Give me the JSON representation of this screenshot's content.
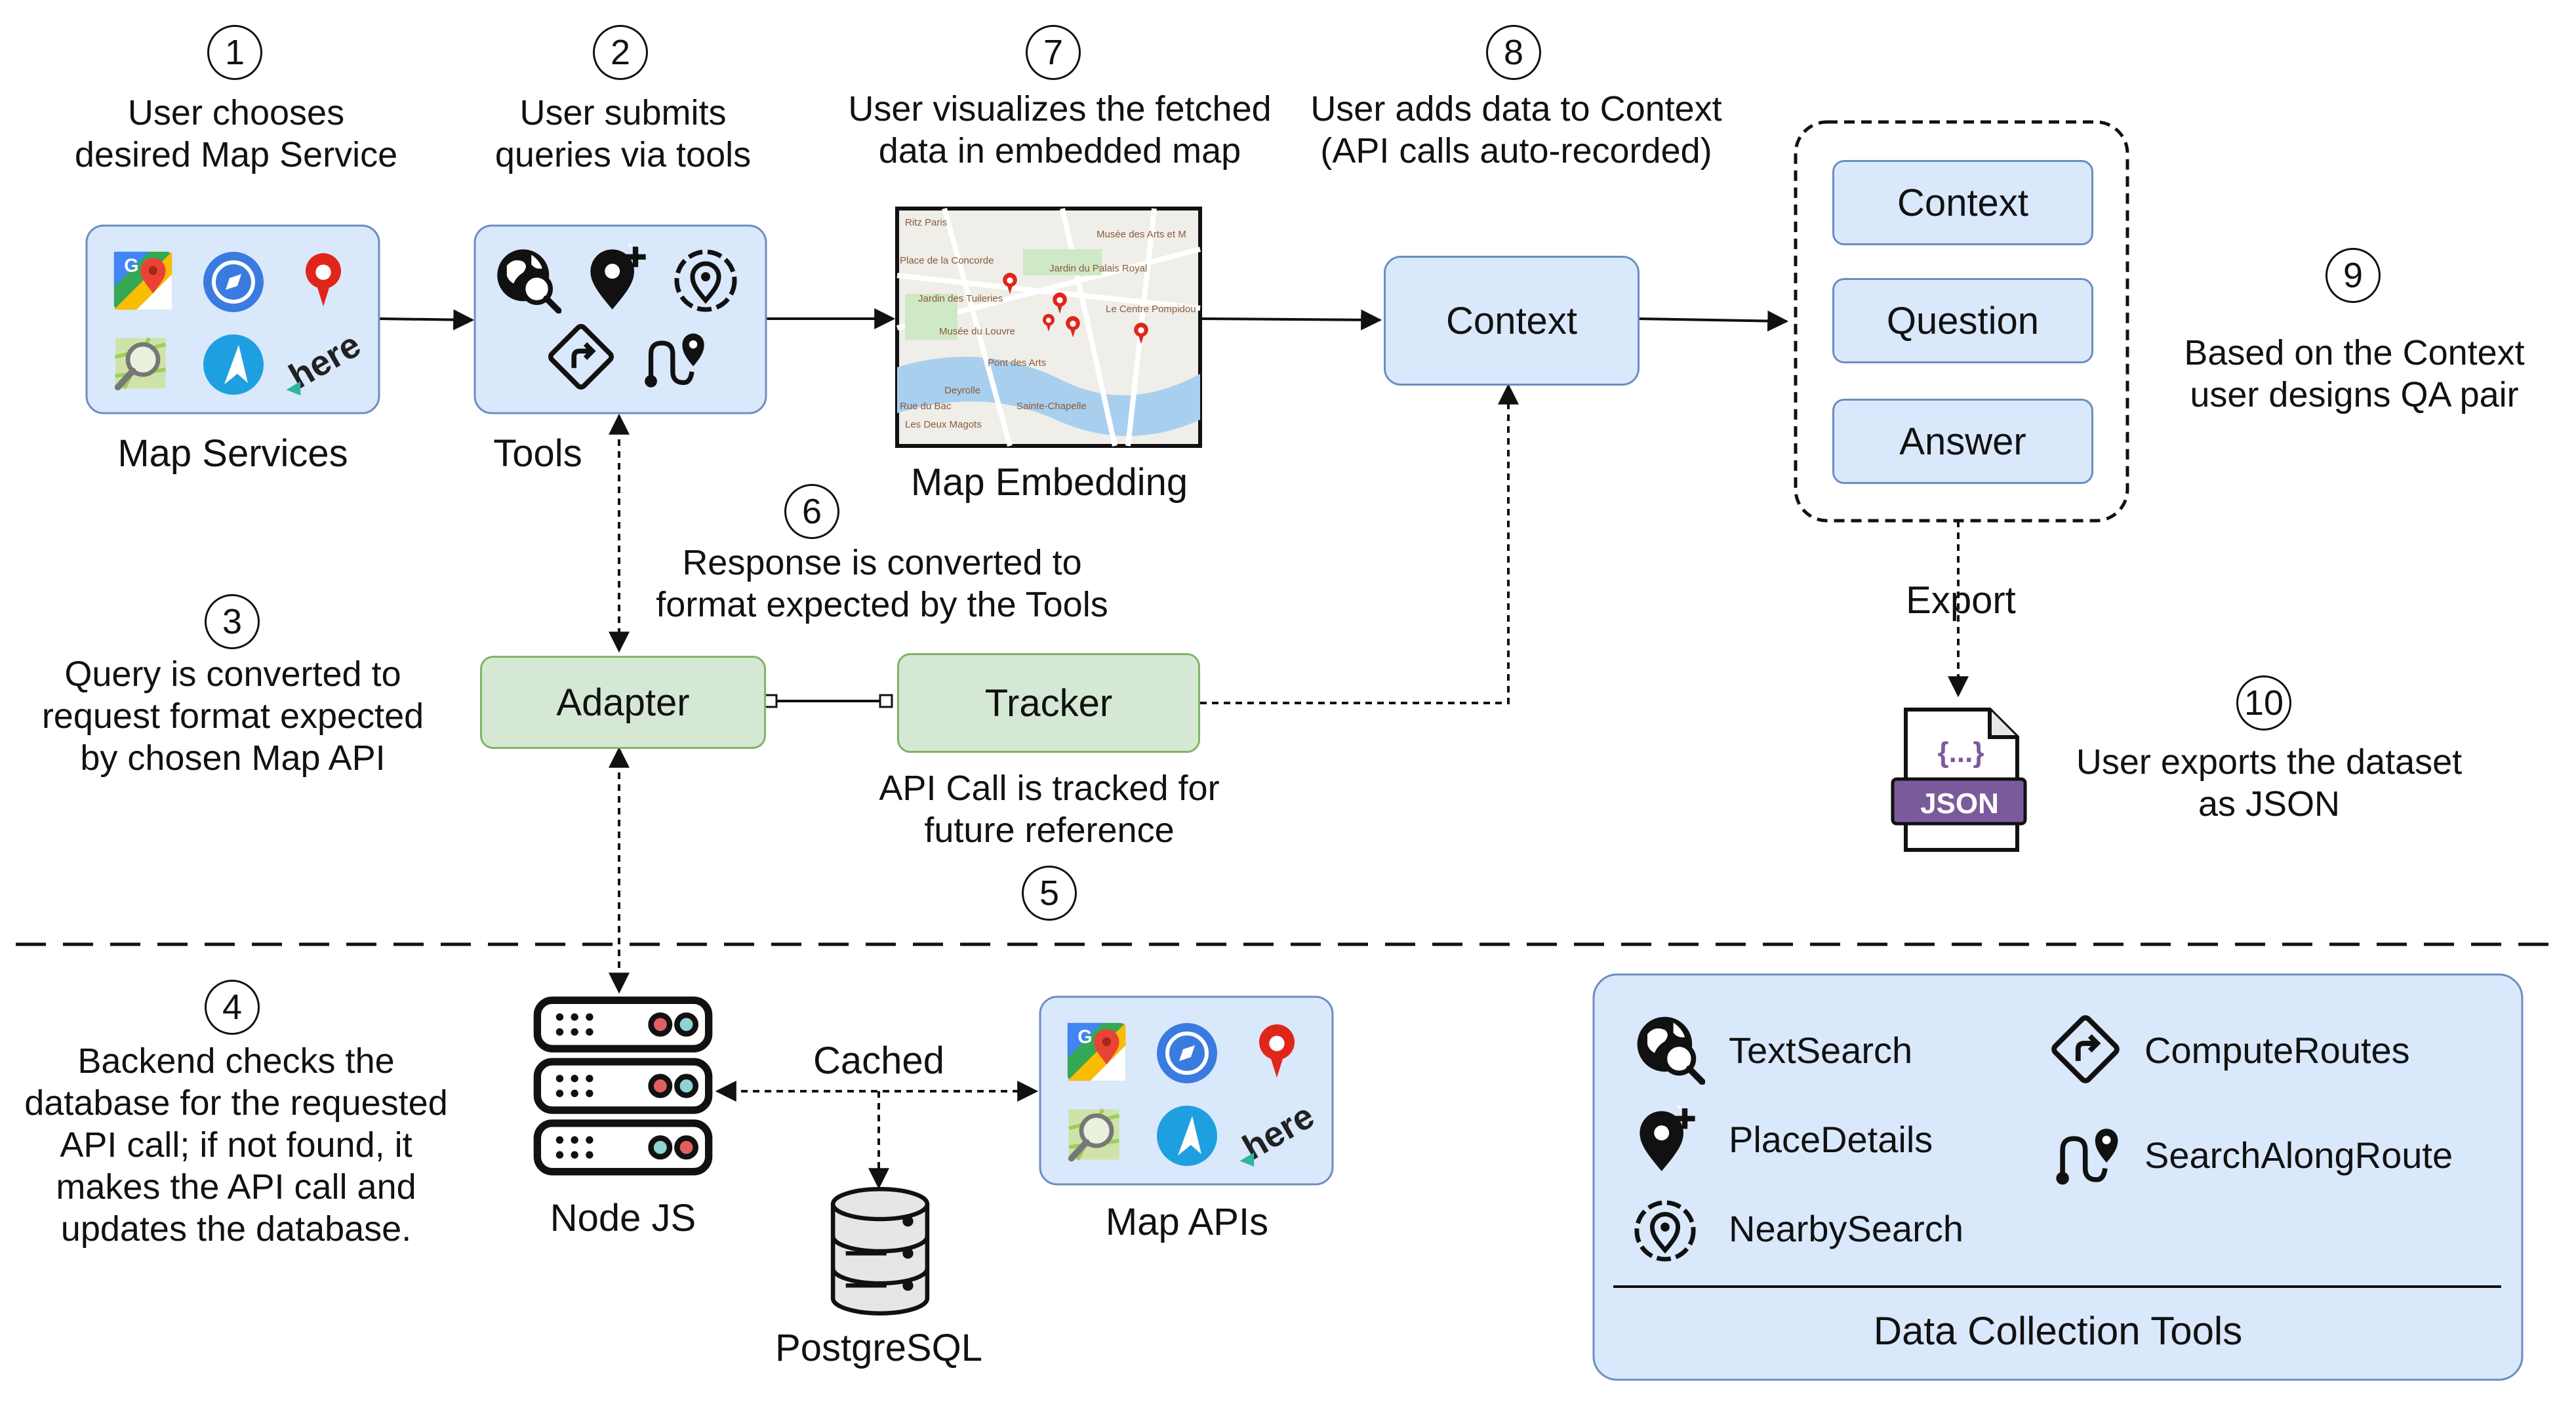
{
  "steps": {
    "s1": {
      "num": "1",
      "line1": "User chooses",
      "line2": "desired Map Service"
    },
    "s2": {
      "num": "2",
      "line1": "User submits",
      "line2": "queries via tools"
    },
    "s3": {
      "num": "3",
      "line1": "Query is converted to",
      "line2": "request format expected",
      "line3": "by chosen Map API"
    },
    "s4": {
      "num": "4",
      "line1": "Backend checks the",
      "line2": "database for the requested",
      "line3": "API call; if not found, it",
      "line4": "makes the API call and",
      "line5": "updates the database."
    },
    "s5": {
      "num": "5",
      "line1": "API Call is tracked for",
      "line2": "future reference"
    },
    "s6": {
      "num": "6",
      "line1": "Response is converted to",
      "line2": "format expected by the Tools"
    },
    "s7": {
      "num": "7",
      "line1": "User visualizes the fetched",
      "line2": "data in embedded map"
    },
    "s8": {
      "num": "8",
      "line1": "User adds data to Context",
      "line2": "(API calls auto-recorded)"
    },
    "s9": {
      "num": "9",
      "line1": "Based on the Context",
      "line2": "user designs QA pair"
    },
    "s10": {
      "num": "10",
      "line1": "User exports the dataset",
      "line2": "as JSON"
    }
  },
  "labels": {
    "map_services": "Map Services",
    "tools": "Tools",
    "map_embedding": "Map Embedding",
    "context": "Context",
    "adapter": "Adapter",
    "tracker": "Tracker",
    "export": "Export",
    "node_js": "Node JS",
    "cached": "Cached",
    "postgresql": "PostgreSQL",
    "map_apis": "Map APIs",
    "json": "JSON",
    "json_braces": "{...}"
  },
  "qa": {
    "context": "Context",
    "question": "Question",
    "answer": "Answer"
  },
  "map_labels": {
    "l1": "Ritz Paris",
    "l2": "Musée des Arts et M",
    "l3": "Place de la Concorde",
    "l4": "Jardin du Palais Royal",
    "l5": "Jardin des Tuileries",
    "l6": "Le Centre Pompidou",
    "l7": "Musée du Louvre",
    "l8": "Pont des Arts",
    "l9": "Deyrolle",
    "l10": "Sainte-Chapelle",
    "l11": "Les Deux Magots",
    "l12": "Rue du Bac"
  },
  "legend": {
    "title": "Data Collection Tools",
    "text_search": "TextSearch",
    "place_details": "PlaceDetails",
    "nearby_search": "NearbySearch",
    "compute_routes": "ComputeRoutes",
    "search_along_route": "SearchAlongRoute"
  },
  "colors": {
    "blue_fill": "#dae8fc",
    "blue_stroke": "#6c8ebf",
    "green_fill": "#d5e8d4",
    "green_stroke": "#82b366",
    "json_purple": "#7b5a9c",
    "pin_red": "#d93025"
  }
}
